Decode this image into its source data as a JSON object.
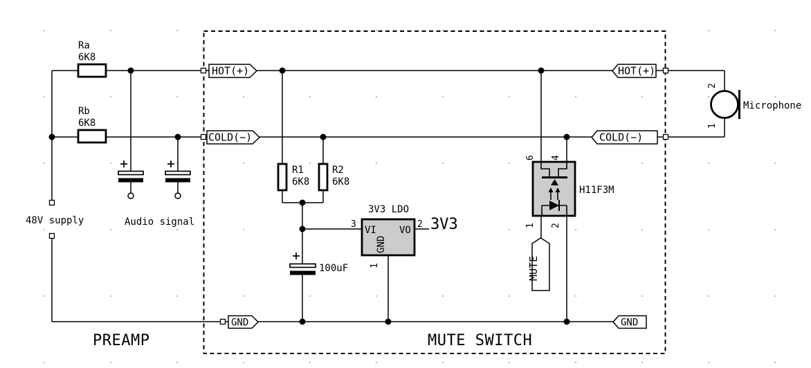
{
  "schematic": {
    "preamp": {
      "title": "PREAMP",
      "ra": {
        "ref": "Ra",
        "value": "6K8"
      },
      "rb": {
        "ref": "Rb",
        "value": "6K8"
      },
      "supply_label": "48V supply",
      "audio_label": "Audio signal"
    },
    "mute_switch": {
      "title": "MUTE SWITCH",
      "hier": {
        "hot_left": "HOT(+)",
        "cold_left": "COLD(−)",
        "hot_right": "HOT(+)",
        "cold_right": "COLD(−)",
        "gnd_left": "GND",
        "gnd_right": "GND",
        "mute": "MUTE"
      },
      "r1": {
        "ref": "R1",
        "value": "6K8"
      },
      "r2": {
        "ref": "R2",
        "value": "6K8"
      },
      "ldo": {
        "title": "3V3 LDO",
        "pin_vi_name": "VI",
        "pin_vo_name": "VO",
        "pin_gnd_name": "GND",
        "pin_vi_num": "3",
        "pin_vo_num": "2",
        "pin_gnd_num": "1",
        "output_net": "3V3"
      },
      "cap_filter": {
        "value": "100uF"
      },
      "opto": {
        "ref": "H11F3M",
        "pin6": "6",
        "pin4": "4",
        "pin1": "1",
        "pin2": "2"
      }
    },
    "microphone": {
      "label": "Microphone",
      "pin2": "2",
      "pin1": "1"
    }
  },
  "colors": {
    "background": "#ffffff",
    "wire": "#000000",
    "component_fill": "#cccccc",
    "grid_dot": "#c2c2c2"
  }
}
